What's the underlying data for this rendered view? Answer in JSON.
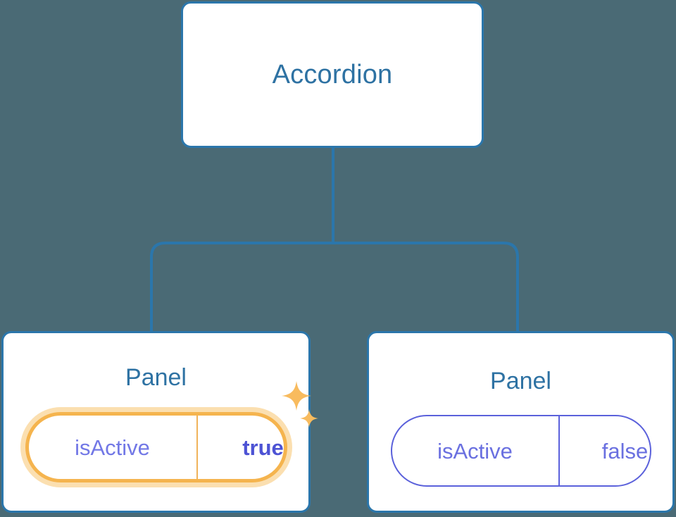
{
  "canvas": {
    "background_color": "#4a6a75",
    "node_border_color": "#2b76ab",
    "connector_color": "#2b76ab",
    "title_color": "#2e72a3",
    "prop_default_color": "#6a70e0",
    "prop_highlight_border_color": "#f5b44e",
    "prop_highlight_glow_color": "#fbdfb0",
    "prop_highlight_value_color": "#4d53d4",
    "sparkle_color": "#f8bb5e"
  },
  "tree": {
    "root": {
      "label": "Accordion"
    },
    "children": [
      {
        "label": "Panel",
        "highlighted": true,
        "prop": {
          "key": "isActive",
          "value": "true"
        },
        "sparkles": [
          "sparkle-four-point-icon",
          "sparkle-four-point-small-icon"
        ]
      },
      {
        "label": "Panel",
        "highlighted": false,
        "prop": {
          "key": "isActive",
          "value": "false"
        }
      }
    ]
  }
}
